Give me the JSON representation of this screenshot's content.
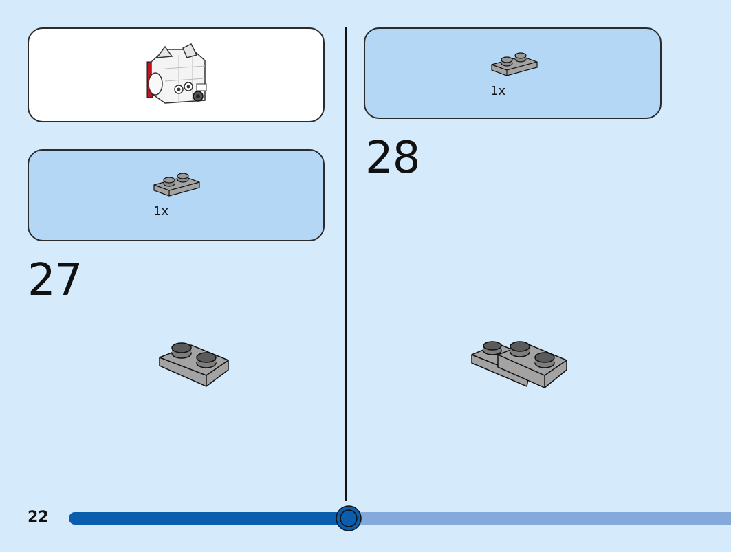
{
  "page": {
    "number": "22"
  },
  "progress": {
    "fraction": 0.4224,
    "fill_color": "#0a5ead",
    "track_color": "#86a9dc"
  },
  "left": {
    "assembly_preview": {
      "icon": "white-brick-creature-assembly"
    },
    "parts_callout": {
      "quantity": "1x",
      "part": "gray-1x2-plate"
    },
    "step": {
      "number": "27"
    }
  },
  "right": {
    "parts_callout": {
      "quantity": "1x",
      "part": "gray-1x2-plate"
    },
    "step": {
      "number": "28"
    }
  },
  "colors": {
    "background": "#d5ebfb",
    "callout_blue": "#b3d7f4",
    "plate_gray": "#a3a3a3"
  }
}
